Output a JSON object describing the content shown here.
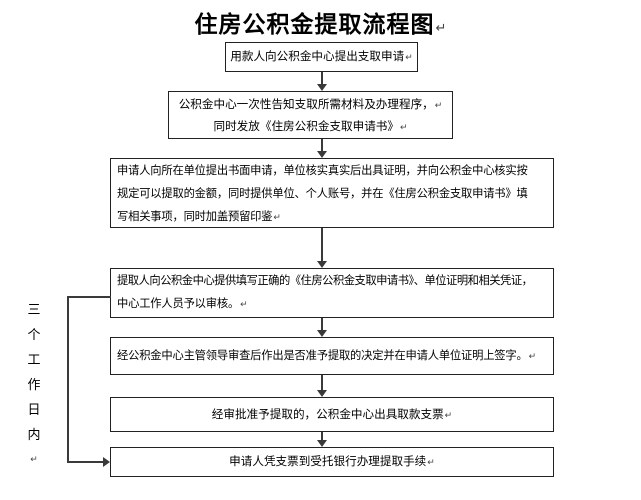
{
  "title": "住房公积金提取流程图",
  "marks": {
    "return": "↵"
  },
  "colors": {
    "background": "#ffffff",
    "border": "#222222",
    "line": "#3a3a3a",
    "text": "#000000"
  },
  "flow": {
    "steps": [
      {
        "lines": [
          "用款人向公积金中心提出支取申请"
        ]
      },
      {
        "lines": [
          "公积金中心一次性告知支取所需材料及办理程序，",
          "同时发放《住房公积金支取申请书》"
        ]
      },
      {
        "lines": [
          "申请人向所在单位提出书面申请，单位核实真实后出具证明，并向公积金中心核实按",
          "规定可以提取的金额，同时提供单位、个人账号，并在《住房公积金支取申请书》填",
          "写相关事项，同时加盖预留印鉴"
        ]
      },
      {
        "lines": [
          "提取人向公积金中心提供填写正确的《住房公积金支取申请书》、单位证明和相关凭证，",
          "中心工作人员予以审核。"
        ]
      },
      {
        "lines": [
          "经公积金中心主管领导审查后作出是否准予提取的决定并在申请人单位证明上签字。"
        ]
      },
      {
        "lines": [
          "经审批准予提取的，公积金中心出具取款支票"
        ]
      },
      {
        "lines": [
          "申请人凭支票到受托银行办理提取手续"
        ]
      }
    ],
    "side_label": "三个工作日内"
  }
}
